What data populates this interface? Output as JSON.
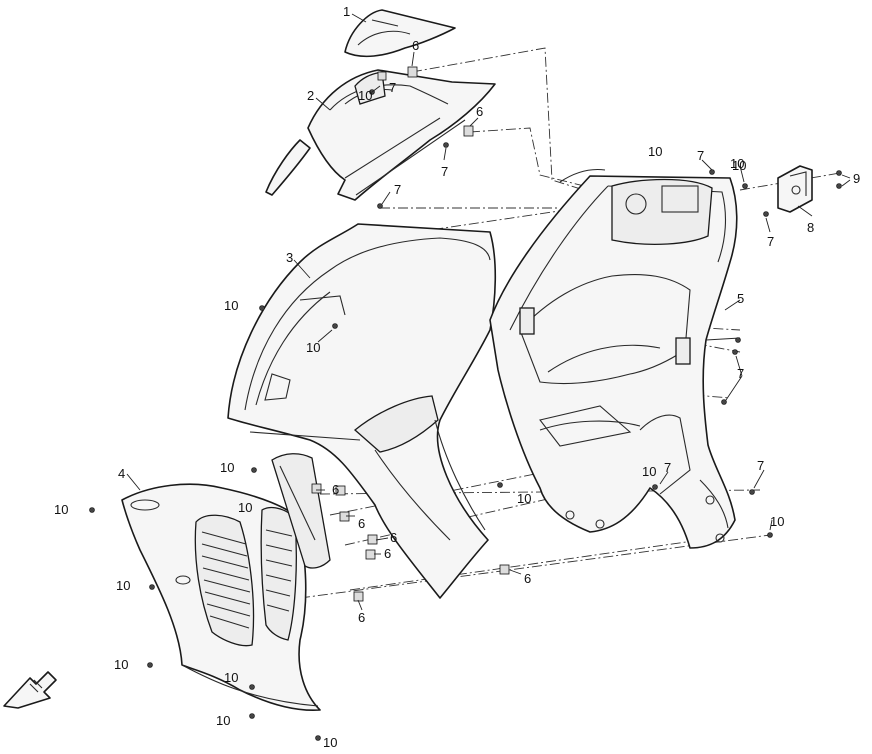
{
  "diagram": {
    "labels": {
      "p1": "1",
      "p2": "2",
      "p3": "3",
      "p4": "4",
      "p5": "5",
      "p6a": "6",
      "p6b": "6",
      "p6c": "6",
      "p6d": "6",
      "p6e": "6",
      "p6f": "6",
      "p6g": "6",
      "p6h": "6",
      "p7a": "7",
      "p7b": "7",
      "p7c": "7",
      "p7d": "7",
      "p7e": "7",
      "p7f": "7",
      "p7g": "7",
      "p7h": "7",
      "p8": "8",
      "p9": "9",
      "p10a": "10",
      "p10b": "10",
      "p10c": "10",
      "p10d": "10",
      "p10e": "10",
      "p10f": "10",
      "p10g": "10",
      "p10h": "10",
      "p10i": "10",
      "p10j": "10",
      "p10k": "10",
      "p10l": "10",
      "p10m": "10",
      "p10n": "10",
      "p10o": "10",
      "p10p": "10",
      "p10q": "10"
    },
    "direction_icon": "front-direction-arrow-icon"
  }
}
